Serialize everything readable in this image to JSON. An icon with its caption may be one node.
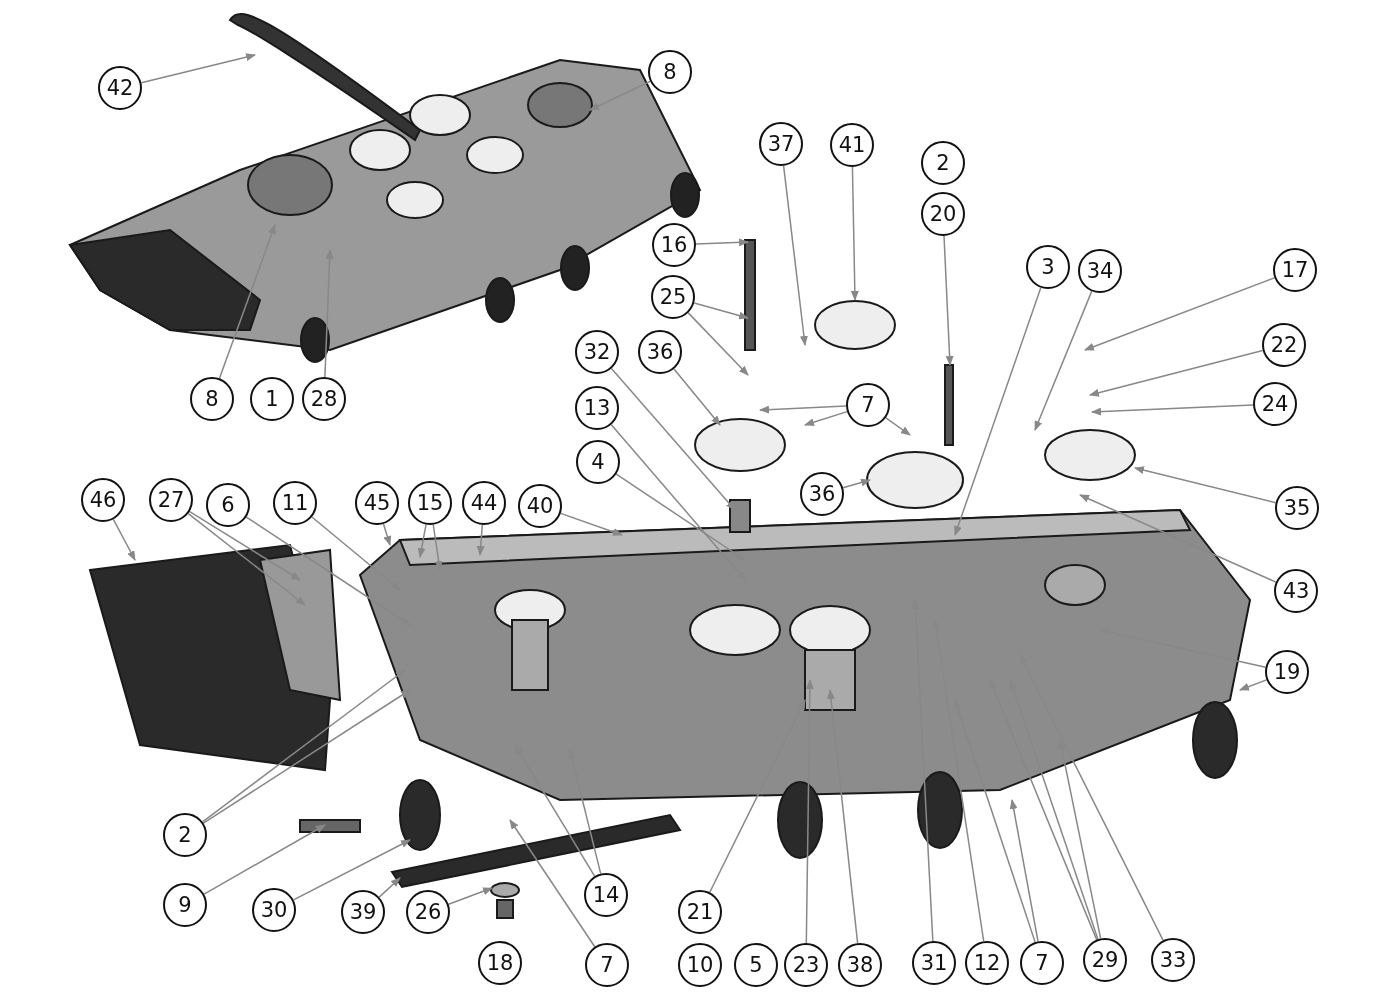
{
  "diagram": {
    "nodes": [
      {
        "text": [
          "42"
        ]
      },
      {
        "text": [
          "8"
        ]
      },
      {
        "text": [
          "8"
        ]
      },
      {
        "text": [
          "1"
        ]
      },
      {
        "text": [
          "28"
        ]
      },
      {
        "text": [
          "37"
        ]
      },
      {
        "text": [
          "41"
        ]
      },
      {
        "text": [
          "2"
        ]
      },
      {
        "text": [
          "20"
        ]
      },
      {
        "text": [
          "16"
        ]
      },
      {
        "text": [
          "17"
        ]
      },
      {
        "text": [
          "3"
        ]
      },
      {
        "text": [
          "34"
        ]
      },
      {
        "text": [
          "25"
        ]
      },
      {
        "text": [
          "22"
        ]
      },
      {
        "text": [
          "32"
        ]
      },
      {
        "text": [
          "36"
        ]
      },
      {
        "text": [
          "24"
        ]
      },
      {
        "text": [
          "7"
        ]
      },
      {
        "text": [
          "13"
        ]
      },
      {
        "text": [
          "4"
        ]
      },
      {
        "text": [
          "36"
        ]
      },
      {
        "text": [
          "35"
        ]
      },
      {
        "text": [
          "46"
        ]
      },
      {
        "text": [
          "27"
        ]
      },
      {
        "text": [
          "6"
        ]
      },
      {
        "text": [
          "11"
        ]
      },
      {
        "text": [
          "45"
        ]
      },
      {
        "text": [
          "15"
        ]
      },
      {
        "text": [
          "44"
        ]
      },
      {
        "text": [
          "40"
        ]
      },
      {
        "text": [
          "43"
        ]
      },
      {
        "text": [
          "19"
        ]
      },
      {
        "text": [
          "2"
        ]
      },
      {
        "text": [
          "14"
        ]
      },
      {
        "text": [
          "9"
        ]
      },
      {
        "text": [
          "30"
        ]
      },
      {
        "text": [
          "39"
        ]
      },
      {
        "text": [
          "26"
        ]
      },
      {
        "text": [
          "21"
        ]
      },
      {
        "text": [
          "33"
        ]
      },
      {
        "text": [
          "29"
        ]
      },
      {
        "text": [
          "18"
        ]
      },
      {
        "text": [
          "7"
        ]
      },
      {
        "text": [
          "10"
        ]
      },
      {
        "text": [
          "5"
        ]
      },
      {
        "text": [
          "23"
        ]
      },
      {
        "text": [
          "38"
        ]
      },
      {
        "text": [
          "31"
        ]
      },
      {
        "text": [
          "12"
        ]
      },
      {
        "text": [
          "7"
        ]
      }
    ],
    "edges": [
      {
        "from": 0,
        "to": null,
        "arrow": "to"
      },
      {
        "from": 1,
        "to": null,
        "arrow": "to"
      },
      {
        "from": 2,
        "to": null,
        "arrow": "to"
      },
      {
        "from": 4,
        "to": null,
        "arrow": "to"
      },
      {
        "from": 5,
        "to": null,
        "arrow": "to"
      },
      {
        "from": 6,
        "to": null,
        "arrow": "to"
      },
      {
        "from": 8,
        "to": null,
        "arrow": "to"
      },
      {
        "from": 9,
        "to": null,
        "arrow": "to"
      },
      {
        "from": 10,
        "to": null,
        "arrow": "to"
      },
      {
        "from": 11,
        "to": null,
        "arrow": "to"
      },
      {
        "from": 12,
        "to": null,
        "arrow": "to"
      },
      {
        "from": 13,
        "to": null,
        "arrow": "to"
      },
      {
        "from": 13,
        "to": null,
        "arrow": "to"
      },
      {
        "from": 14,
        "to": null,
        "arrow": "to"
      },
      {
        "from": 15,
        "to": null,
        "arrow": "to"
      },
      {
        "from": 16,
        "to": null,
        "arrow": "to"
      },
      {
        "from": 17,
        "to": null,
        "arrow": "to"
      },
      {
        "from": 18,
        "to": null,
        "arrow": "to"
      },
      {
        "from": 18,
        "to": null,
        "arrow": "to"
      },
      {
        "from": 18,
        "to": null,
        "arrow": "to"
      },
      {
        "from": 19,
        "to": null,
        "arrow": "to"
      },
      {
        "from": 20,
        "to": null,
        "arrow": "to"
      },
      {
        "from": 21,
        "to": null,
        "arrow": "to"
      },
      {
        "from": 22,
        "to": null,
        "arrow": "to"
      },
      {
        "from": 23,
        "to": null,
        "arrow": "to"
      },
      {
        "from": 24,
        "to": null,
        "arrow": "to"
      },
      {
        "from": 24,
        "to": null,
        "arrow": "to"
      },
      {
        "from": 25,
        "to": null,
        "arrow": "to"
      },
      {
        "from": 26,
        "to": null,
        "arrow": "to"
      },
      {
        "from": 27,
        "to": null,
        "arrow": "to"
      },
      {
        "from": 28,
        "to": null,
        "arrow": "to"
      },
      {
        "from": 28,
        "to": null,
        "arrow": "to"
      },
      {
        "from": 29,
        "to": null,
        "arrow": "to"
      },
      {
        "from": 30,
        "to": null,
        "arrow": "to"
      },
      {
        "from": 31,
        "to": null,
        "arrow": "to"
      },
      {
        "from": 32,
        "to": null,
        "arrow": "to"
      },
      {
        "from": 32,
        "to": null,
        "arrow": "to"
      },
      {
        "from": 33,
        "to": null,
        "arrow": "to"
      },
      {
        "from": 33,
        "to": null,
        "arrow": "to"
      },
      {
        "from": 34,
        "to": null,
        "arrow": "to"
      },
      {
        "from": 34,
        "to": null,
        "arrow": "to"
      },
      {
        "from": 35,
        "to": null,
        "arrow": "to"
      },
      {
        "from": 36,
        "to": null,
        "arrow": "to"
      },
      {
        "from": 37,
        "to": null,
        "arrow": "to"
      },
      {
        "from": 38,
        "to": null,
        "arrow": "to"
      },
      {
        "from": 39,
        "to": null,
        "arrow": "to"
      },
      {
        "from": 40,
        "to": null,
        "arrow": "to"
      },
      {
        "from": 41,
        "to": null,
        "arrow": "to"
      },
      {
        "from": 41,
        "to": null,
        "arrow": "to"
      },
      {
        "from": 41,
        "to": null,
        "arrow": "to"
      },
      {
        "from": 43,
        "to": null,
        "arrow": "to"
      },
      {
        "from": 46,
        "to": null,
        "arrow": "to"
      },
      {
        "from": 47,
        "to": null,
        "arrow": "to"
      },
      {
        "from": 48,
        "to": null,
        "arrow": "to"
      },
      {
        "from": 49,
        "to": null,
        "arrow": "to"
      },
      {
        "from": 50,
        "to": null,
        "arrow": "to"
      },
      {
        "from": 50,
        "to": null,
        "arrow": "to"
      }
    ]
  }
}
